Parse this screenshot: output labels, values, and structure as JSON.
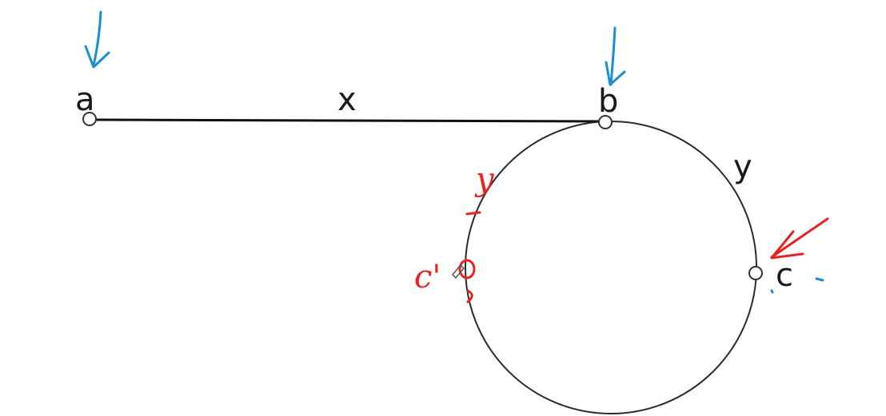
{
  "diagram": {
    "labels": {
      "a": "a",
      "b": "b",
      "c": "c",
      "x": "x",
      "y": "y"
    },
    "annotations": {
      "red_y": "y",
      "red_c_prime": "c'"
    },
    "colors": {
      "line": "#111111",
      "text": "#1a1a1a",
      "blue_ink": "#1a8fd0",
      "red_ink": "#e8231f"
    },
    "icons": [
      "arrow-down-icon",
      "arrow-down-icon",
      "arrow-left-icon"
    ]
  }
}
